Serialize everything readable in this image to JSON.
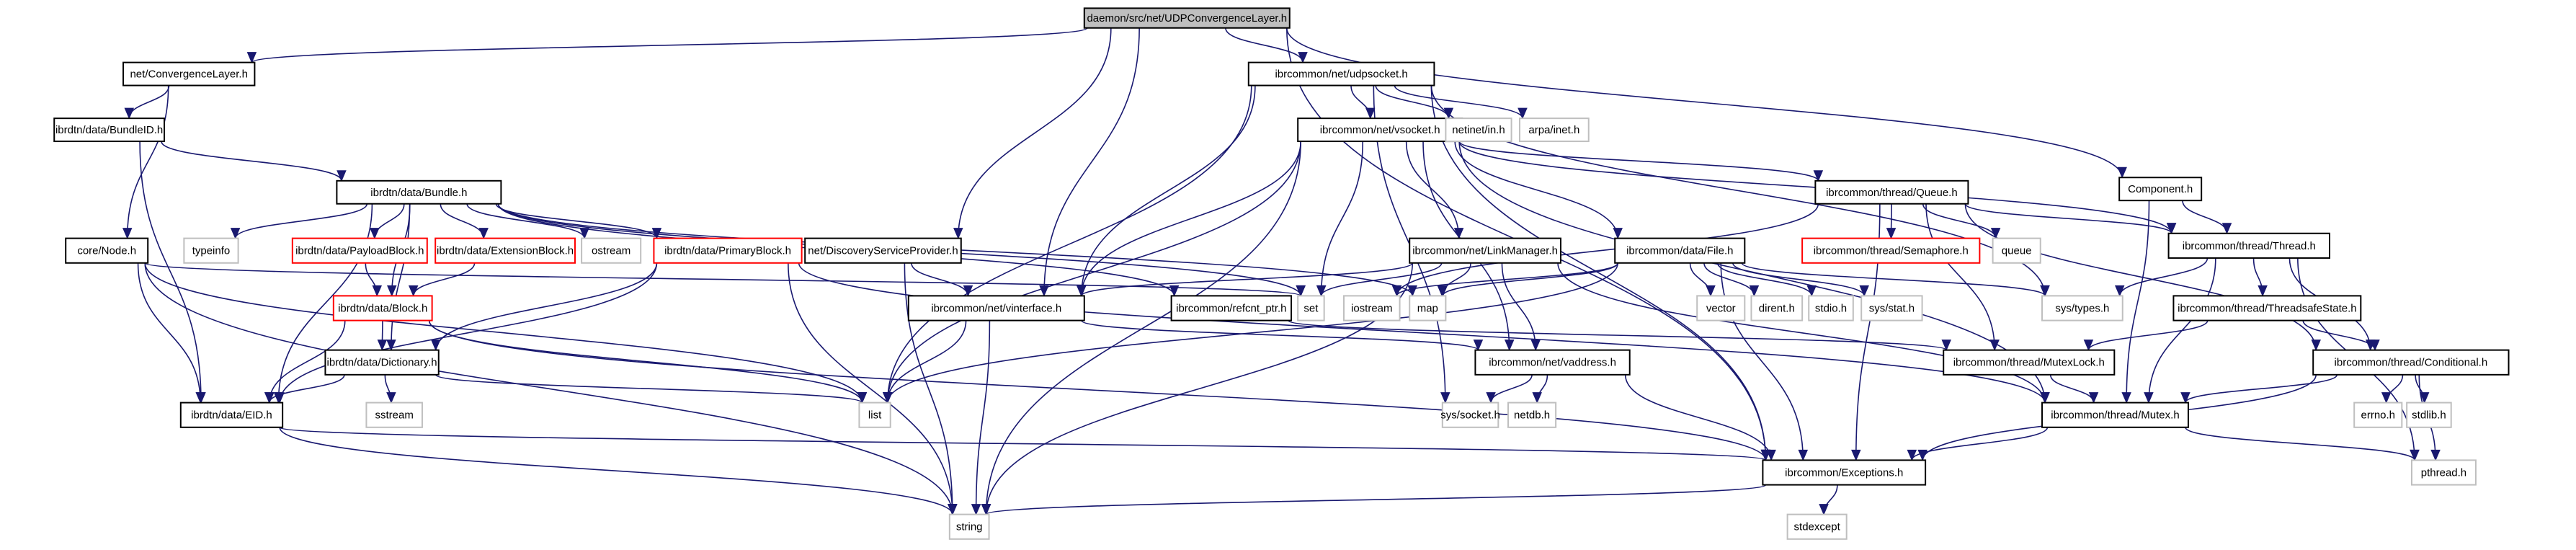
{
  "title": "daemon/src/net/UDPConvergenceLayer.h include dependency graph",
  "colors": {
    "edge": "#191970",
    "root_fill": "#bfbfbf",
    "documented_border": "#000000",
    "undocumented_border": "#ff0000",
    "system_border": "#bfbfbf"
  },
  "nodes": [
    {
      "id": "root",
      "label": "daemon/src/net/UDPConvergenceLayer.h",
      "kind": "root"
    },
    {
      "id": "convlayer",
      "label": "net/ConvergenceLayer.h",
      "kind": "documented"
    },
    {
      "id": "bundleid",
      "label": "ibrdtn/data/BundleID.h",
      "kind": "documented"
    },
    {
      "id": "bundle",
      "label": "ibrdtn/data/Bundle.h",
      "kind": "documented"
    },
    {
      "id": "component",
      "label": "Component.h",
      "kind": "documented"
    },
    {
      "id": "udpsocket",
      "label": "ibrcommon/net/udpsocket.h",
      "kind": "documented"
    },
    {
      "id": "vsocket",
      "label": "ibrcommon/net/vsocket.h",
      "kind": "documented"
    },
    {
      "id": "netinet",
      "label": "netinet/in.h",
      "kind": "system"
    },
    {
      "id": "arpainet",
      "label": "arpa/inet.h",
      "kind": "system"
    },
    {
      "id": "queueh",
      "label": "ibrcommon/thread/Queue.h",
      "kind": "documented"
    },
    {
      "id": "semaphore",
      "label": "ibrcommon/thread/Semaphore.h",
      "kind": "undocumented"
    },
    {
      "id": "queue",
      "label": "queue",
      "kind": "system"
    },
    {
      "id": "thread",
      "label": "ibrcommon/thread/Thread.h",
      "kind": "documented"
    },
    {
      "id": "node",
      "label": "core/Node.h",
      "kind": "documented"
    },
    {
      "id": "typeinfo",
      "label": "typeinfo",
      "kind": "system"
    },
    {
      "id": "payloadblock",
      "label": "ibrdtn/data/PayloadBlock.h",
      "kind": "undocumented"
    },
    {
      "id": "extensionblock",
      "label": "ibrdtn/data/ExtensionBlock.h",
      "kind": "undocumented"
    },
    {
      "id": "ostream",
      "label": "ostream",
      "kind": "system"
    },
    {
      "id": "primaryblock",
      "label": "ibrdtn/data/PrimaryBlock.h",
      "kind": "undocumented"
    },
    {
      "id": "discovery",
      "label": "net/DiscoveryServiceProvider.h",
      "kind": "documented"
    },
    {
      "id": "linkmanager",
      "label": "ibrcommon/net/LinkManager.h",
      "kind": "documented"
    },
    {
      "id": "file",
      "label": "ibrcommon/data/File.h",
      "kind": "documented"
    },
    {
      "id": "block",
      "label": "ibrdtn/data/Block.h",
      "kind": "undocumented"
    },
    {
      "id": "refcnt",
      "label": "ibrcommon/refcnt_ptr.h",
      "kind": "documented"
    },
    {
      "id": "set",
      "label": "set",
      "kind": "system"
    },
    {
      "id": "iostream",
      "label": "iostream",
      "kind": "system"
    },
    {
      "id": "map",
      "label": "map",
      "kind": "system"
    },
    {
      "id": "vinterface",
      "label": "ibrcommon/net/vinterface.h",
      "kind": "documented"
    },
    {
      "id": "vector",
      "label": "vector",
      "kind": "system"
    },
    {
      "id": "dirent",
      "label": "dirent.h",
      "kind": "system"
    },
    {
      "id": "stdio",
      "label": "stdio.h",
      "kind": "system"
    },
    {
      "id": "sysstat",
      "label": "sys/stat.h",
      "kind": "system"
    },
    {
      "id": "systypes",
      "label": "sys/types.h",
      "kind": "system"
    },
    {
      "id": "threadsafe",
      "label": "ibrcommon/thread/ThreadsafeState.h",
      "kind": "documented"
    },
    {
      "id": "dictionary",
      "label": "ibrdtn/data/Dictionary.h",
      "kind": "documented"
    },
    {
      "id": "sstream",
      "label": "sstream",
      "kind": "system"
    },
    {
      "id": "vaddress",
      "label": "ibrcommon/net/vaddress.h",
      "kind": "documented"
    },
    {
      "id": "mutexlock",
      "label": "ibrcommon/thread/MutexLock.h",
      "kind": "documented"
    },
    {
      "id": "conditional",
      "label": "ibrcommon/thread/Conditional.h",
      "kind": "documented"
    },
    {
      "id": "eid",
      "label": "ibrdtn/data/EID.h",
      "kind": "documented"
    },
    {
      "id": "list",
      "label": "list",
      "kind": "system"
    },
    {
      "id": "syssocket",
      "label": "sys/socket.h",
      "kind": "system"
    },
    {
      "id": "netdb",
      "label": "netdb.h",
      "kind": "system"
    },
    {
      "id": "mutex",
      "label": "ibrcommon/thread/Mutex.h",
      "kind": "documented"
    },
    {
      "id": "errno",
      "label": "errno.h",
      "kind": "system"
    },
    {
      "id": "stdlib",
      "label": "stdlib.h",
      "kind": "system"
    },
    {
      "id": "exceptions",
      "label": "ibrcommon/Exceptions.h",
      "kind": "documented"
    },
    {
      "id": "pthread",
      "label": "pthread.h",
      "kind": "system"
    },
    {
      "id": "stdexcept",
      "label": "stdexcept",
      "kind": "system"
    },
    {
      "id": "string",
      "label": "string",
      "kind": "system"
    }
  ],
  "edges": [
    [
      "root",
      "convlayer"
    ],
    [
      "root",
      "udpsocket"
    ],
    [
      "root",
      "component"
    ],
    [
      "root",
      "discovery"
    ],
    [
      "root",
      "vinterface"
    ],
    [
      "root",
      "exceptions"
    ],
    [
      "convlayer",
      "bundleid"
    ],
    [
      "convlayer",
      "node"
    ],
    [
      "bundleid",
      "bundle"
    ],
    [
      "bundleid",
      "eid"
    ],
    [
      "bundle",
      "typeinfo"
    ],
    [
      "bundle",
      "payloadblock"
    ],
    [
      "bundle",
      "extensionblock"
    ],
    [
      "bundle",
      "ostream"
    ],
    [
      "bundle",
      "primaryblock"
    ],
    [
      "bundle",
      "block"
    ],
    [
      "bundle",
      "dictionary"
    ],
    [
      "bundle",
      "eid"
    ],
    [
      "bundle",
      "refcnt"
    ],
    [
      "bundle",
      "set"
    ],
    [
      "bundle",
      "map"
    ],
    [
      "node",
      "eid"
    ],
    [
      "node",
      "set"
    ],
    [
      "node",
      "list"
    ],
    [
      "node",
      "string"
    ],
    [
      "payloadblock",
      "block"
    ],
    [
      "extensionblock",
      "block"
    ],
    [
      "block",
      "dictionary"
    ],
    [
      "block",
      "eid"
    ],
    [
      "block",
      "list"
    ],
    [
      "block",
      "exceptions"
    ],
    [
      "primaryblock",
      "dictionary"
    ],
    [
      "primaryblock",
      "eid"
    ],
    [
      "primaryblock",
      "string"
    ],
    [
      "primaryblock",
      "mutex"
    ],
    [
      "dictionary",
      "eid"
    ],
    [
      "dictionary",
      "sstream"
    ],
    [
      "dictionary",
      "list"
    ],
    [
      "eid",
      "string"
    ],
    [
      "eid",
      "exceptions"
    ],
    [
      "discovery",
      "vinterface"
    ],
    [
      "discovery",
      "string"
    ],
    [
      "udpsocket",
      "vsocket"
    ],
    [
      "udpsocket",
      "netinet"
    ],
    [
      "udpsocket",
      "arpainet"
    ],
    [
      "udpsocket",
      "vinterface"
    ],
    [
      "udpsocket",
      "list"
    ],
    [
      "udpsocket",
      "syssocket"
    ],
    [
      "udpsocket",
      "systypes"
    ],
    [
      "udpsocket",
      "exceptions"
    ],
    [
      "vsocket",
      "linkmanager"
    ],
    [
      "vsocket",
      "file"
    ],
    [
      "vsocket",
      "queueh"
    ],
    [
      "vsocket",
      "thread"
    ],
    [
      "vsocket",
      "vinterface"
    ],
    [
      "vsocket",
      "vaddress"
    ],
    [
      "vsocket",
      "set"
    ],
    [
      "vsocket",
      "list"
    ],
    [
      "vsocket",
      "string"
    ],
    [
      "vsocket",
      "mutex"
    ],
    [
      "linkmanager",
      "vinterface"
    ],
    [
      "linkmanager",
      "vaddress"
    ],
    [
      "linkmanager",
      "set"
    ],
    [
      "linkmanager",
      "map"
    ],
    [
      "linkmanager",
      "mutex"
    ],
    [
      "linkmanager",
      "string"
    ],
    [
      "file",
      "map"
    ],
    [
      "file",
      "list"
    ],
    [
      "file",
      "vector"
    ],
    [
      "file",
      "dirent"
    ],
    [
      "file",
      "stdio"
    ],
    [
      "file",
      "sysstat"
    ],
    [
      "file",
      "systypes"
    ],
    [
      "file",
      "exceptions"
    ],
    [
      "file",
      "iostream"
    ],
    [
      "queueh",
      "semaphore"
    ],
    [
      "queueh",
      "queue"
    ],
    [
      "queueh",
      "thread"
    ],
    [
      "queueh",
      "mutexlock"
    ],
    [
      "queueh",
      "conditional"
    ],
    [
      "queueh",
      "exceptions"
    ],
    [
      "queueh",
      "iostream"
    ],
    [
      "thread",
      "systypes"
    ],
    [
      "thread",
      "threadsafe"
    ],
    [
      "thread",
      "mutex"
    ],
    [
      "thread",
      "conditional"
    ],
    [
      "thread",
      "pthread"
    ],
    [
      "component",
      "thread"
    ],
    [
      "component",
      "mutex"
    ],
    [
      "threadsafe",
      "mutexlock"
    ],
    [
      "threadsafe",
      "conditional"
    ],
    [
      "vinterface",
      "vaddress"
    ],
    [
      "vinterface",
      "list"
    ],
    [
      "vinterface",
      "string"
    ],
    [
      "vaddress",
      "syssocket"
    ],
    [
      "vaddress",
      "netdb"
    ],
    [
      "vaddress",
      "exceptions"
    ],
    [
      "refcnt",
      "mutexlock"
    ],
    [
      "mutexlock",
      "mutex"
    ],
    [
      "conditional",
      "mutex"
    ],
    [
      "conditional",
      "errno"
    ],
    [
      "conditional",
      "stdlib"
    ],
    [
      "conditional",
      "pthread"
    ],
    [
      "conditional",
      "exceptions"
    ],
    [
      "mutex",
      "exceptions"
    ],
    [
      "mutex",
      "pthread"
    ],
    [
      "exceptions",
      "stdexcept"
    ],
    [
      "exceptions",
      "string"
    ]
  ]
}
